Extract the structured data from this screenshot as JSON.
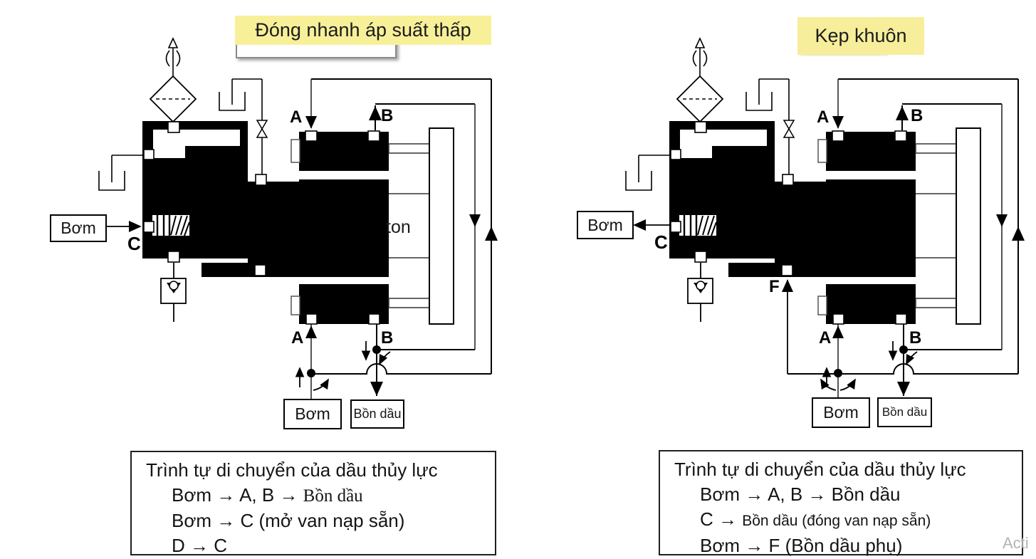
{
  "left": {
    "title": "Đóng nhanh áp suất thấp",
    "pump_left": "Bơm",
    "pump_bottom": "Bơm",
    "tank_bottom": "Bồn dầu",
    "labels": {
      "a_top": "A",
      "b_top": "B",
      "a_bottom": "A",
      "b_bottom": "B",
      "c": "C",
      "piston_fragment": "ton"
    },
    "sequence": {
      "title": "Trình tự di chuyển của dầu thủy lực",
      "line1_prefix": "Bơm → A, B → ",
      "line1_tank": "Bồn dầu",
      "line2": "Bơm → C (mở van nạp sẵn)",
      "line3": "D → C"
    }
  },
  "right": {
    "title": "Kẹp khuôn",
    "pump_left": "Bơm",
    "pump_bottom": "Bơm",
    "tank_bottom": "Bồn dầu",
    "labels": {
      "a_top": "A",
      "b_top": "B",
      "a_bottom": "A",
      "b_bottom": "B",
      "c": "C",
      "f": "F"
    },
    "sequence": {
      "title": "Trình tự di chuyển của dầu thủy lực",
      "line1": "Bơm → A, B → Bồn dầu",
      "line2_prefix": "C → ",
      "line2_rest": "Bồn dầu (đóng van nạp sẵn)",
      "line3": "Bơm → F (Bồn dầu phụ)"
    }
  },
  "watermark": "Acti",
  "colors": {
    "highlight": "#F8F099",
    "highlight_light": "#FBF5C6",
    "highlight_border": "#C8AD66",
    "line": "#000000"
  }
}
